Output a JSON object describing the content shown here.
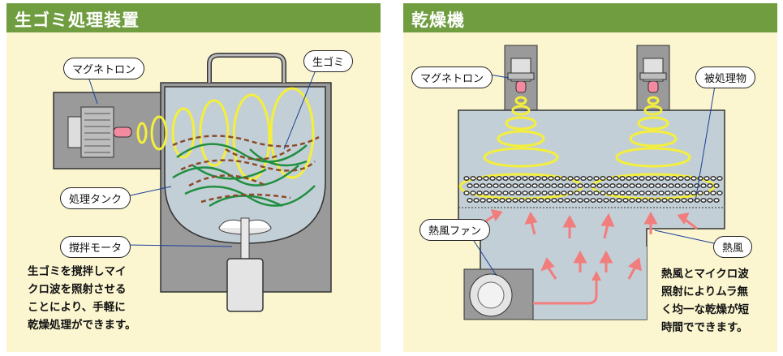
{
  "colors": {
    "header_green": "#6f9d40",
    "background": "#fbf6d0",
    "machine_gray": "#9a9a9a",
    "tank_fill": "#c3cfd6",
    "coil_yellow": "#f4ef3b",
    "waste_green": "#1f8f40",
    "waste_brown": "#8a4b2a",
    "arrow_pink": "#f27d7d"
  },
  "left": {
    "title": "生ゴミ処理装置",
    "labels": {
      "magnetron": "マグネトロン",
      "garbage": "生ゴミ",
      "tank": "処理タンク",
      "motor": "撹拌モータ"
    },
    "description": [
      "生ゴミを撹拌しマイ",
      "クロ波を照射させる",
      "ことにより、手軽に",
      "乾燥処理ができます。"
    ]
  },
  "right": {
    "title": "乾燥機",
    "labels": {
      "magnetron": "マグネトロン",
      "material": "被処理物",
      "fan": "熱風ファン",
      "hot_air": "熱風"
    },
    "description": [
      "熱風とマイクロ波",
      "照射によりムラ無",
      "く均一な乾燥が短",
      "時間でできます。"
    ]
  }
}
